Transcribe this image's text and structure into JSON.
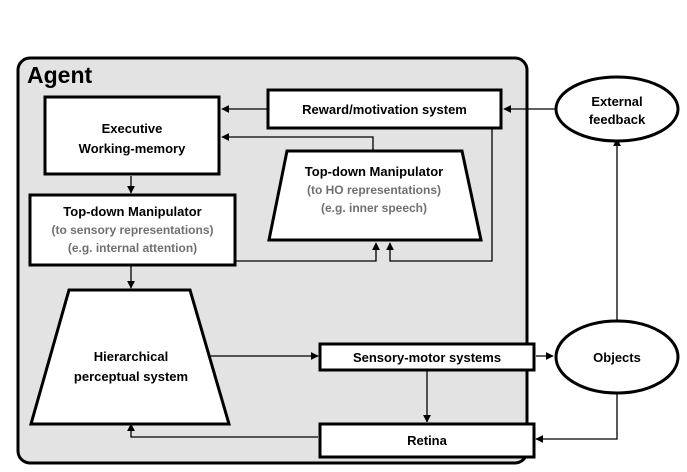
{
  "diagram": {
    "agent_label": "Agent",
    "reward": "Reward/motivation system",
    "executive": {
      "line1": "Executive",
      "line2": "Working-memory"
    },
    "td_ho": {
      "title": "Top-down Manipulator",
      "line2": "(to HO representations)",
      "line3": "(e.g. inner speech)"
    },
    "td_sensory": {
      "title": "Top-down Manipulator",
      "line2": "(to sensory  representations)",
      "line3": "(e.g. internal attention)"
    },
    "hierarchical": {
      "line1": "Hierarchical",
      "line2": "perceptual system"
    },
    "sensorimotor": "Sensory-motor systems",
    "retina": "Retina",
    "external": {
      "line1": "External",
      "line2": "feedback"
    },
    "objects": "Objects"
  }
}
